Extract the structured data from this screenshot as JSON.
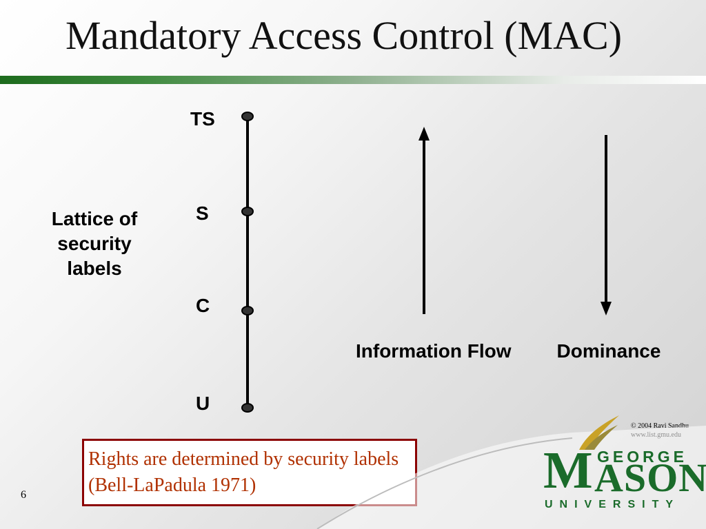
{
  "slide": {
    "title": "Mandatory Access Control (MAC)",
    "number": "6"
  },
  "lattice": {
    "label": "Lattice of security labels",
    "levels": [
      "TS",
      "S",
      "C",
      "U"
    ]
  },
  "arrows": {
    "information_flow_label": "Information Flow",
    "dominance_label": "Dominance"
  },
  "note": {
    "text": "Rights are determined by security labels (Bell-LaPadula 1971)"
  },
  "footer": {
    "copyright_line1": "© 2004 Ravi Sandhu",
    "copyright_line2": "www.list.gmu.edu"
  },
  "logo": {
    "george": "GEORGE",
    "m": "M",
    "ason": "ASON",
    "university": "UNIVERSITY"
  },
  "colors": {
    "title_bar_green": "#1d6b1d",
    "logo_green": "#1a6b2a",
    "logo_gold": "#c9a227",
    "note_border": "#8b0000",
    "note_text": "#b03000"
  }
}
